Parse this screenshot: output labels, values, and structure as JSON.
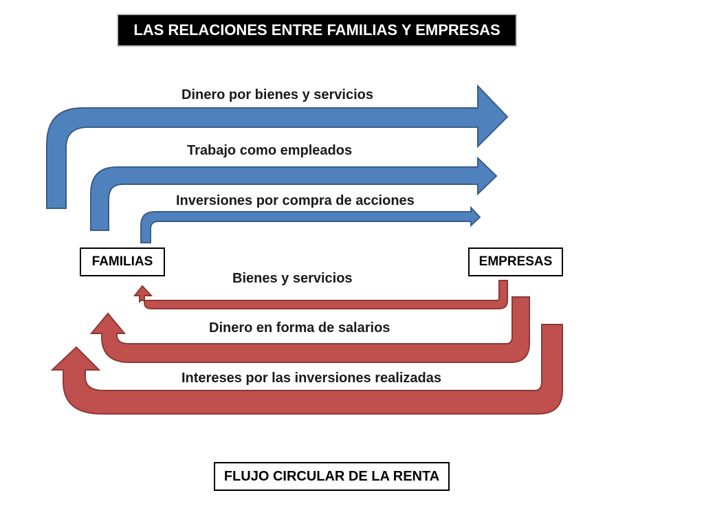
{
  "title": "LAS RELACIONES ENTRE FAMILIAS Y EMPRESAS",
  "nodes": {
    "households": "FAMILIAS",
    "firms": "EMPRESAS"
  },
  "flows_to_firms": [
    "Dinero por bienes y servicios",
    "Trabajo como empleados",
    "Inversiones por compra de acciones"
  ],
  "flows_to_households": [
    "Bienes y servicios",
    "Dinero en forma de salarios",
    "Intereses por las inversiones realizadas"
  ],
  "footer": "FLUJO CIRCULAR DE LA RENTA",
  "colors": {
    "blue_arrow": "#4f81bd",
    "blue_stroke": "#385d8a",
    "red_arrow": "#c0504d",
    "red_stroke": "#8c3836"
  }
}
